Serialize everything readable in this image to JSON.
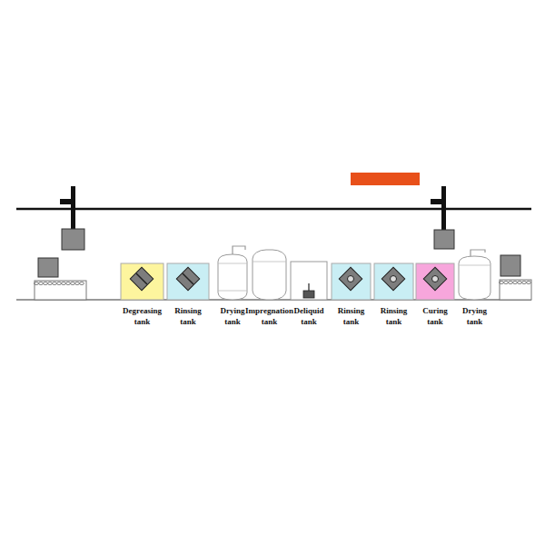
{
  "diagram": {
    "nodes": [
      {
        "text": [
          "Degreasing tank"
        ]
      },
      {
        "text": [
          "Rinsing tank"
        ]
      },
      {
        "text": [
          "Drying tank"
        ]
      },
      {
        "text": [
          "Impregnation tank"
        ]
      },
      {
        "text": [
          "Deliquid tank"
        ]
      },
      {
        "text": [
          "Rinsing tank"
        ]
      },
      {
        "text": [
          "Rinsing tank"
        ]
      },
      {
        "text": [
          "Curing tank"
        ]
      },
      {
        "text": [
          "Drying tank"
        ]
      }
    ]
  }
}
